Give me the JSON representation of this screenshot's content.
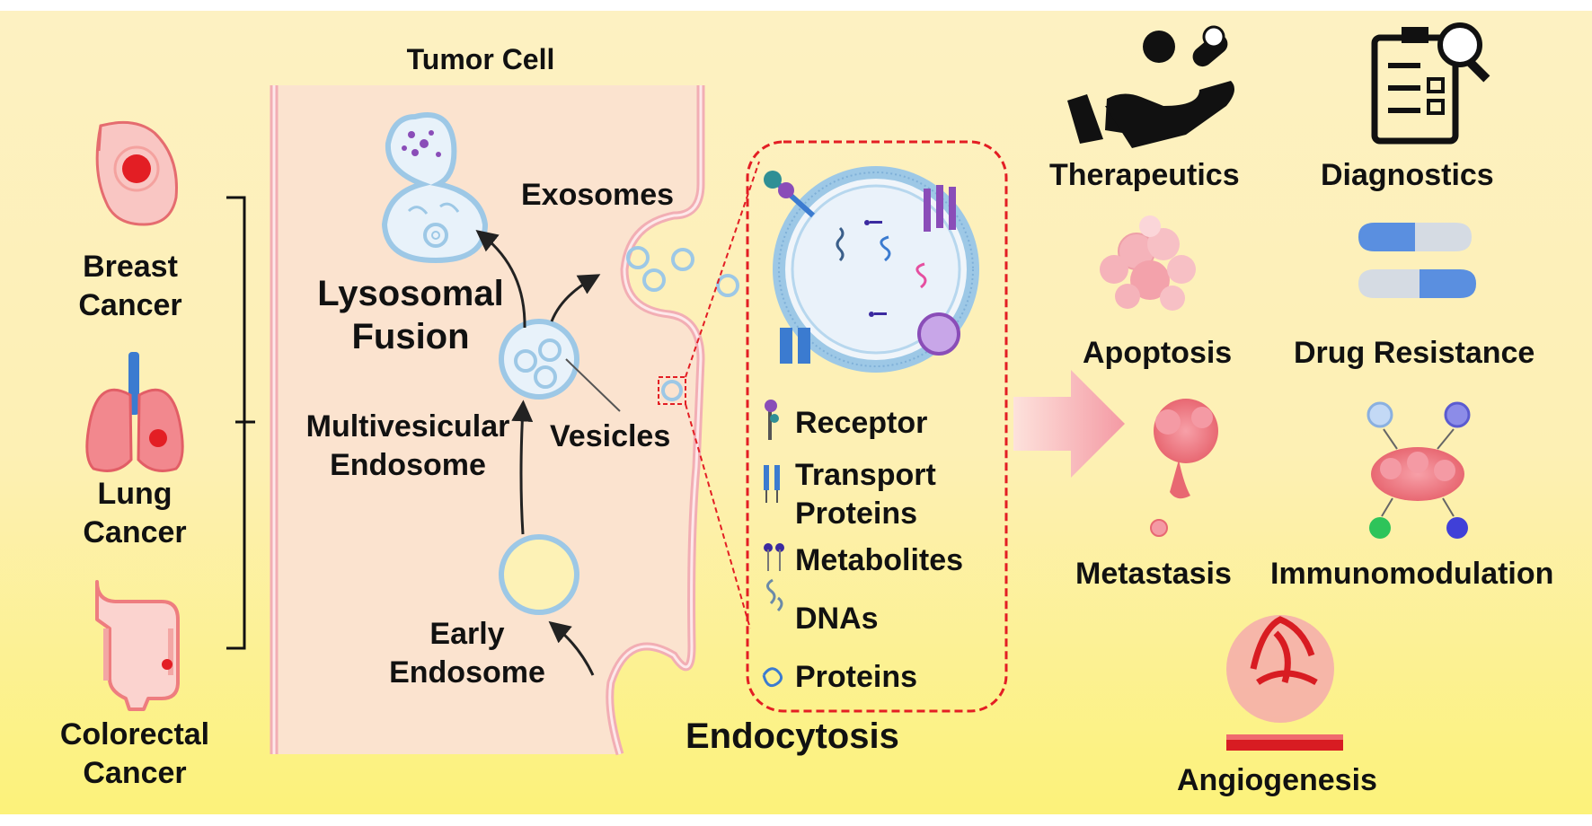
{
  "tumor_cell": "Tumor Cell",
  "cancers": {
    "breast": "Breast\nCancer",
    "lung": "Lung\nCancer",
    "colorectal": "Colorectal\nCancer"
  },
  "pathway": {
    "lysosomal": "Lysosomal\nFusion",
    "exosomes": "Exosomes",
    "mve": "Multivesicular\nEndosome",
    "vesicles": "Vesicles",
    "early": "Early\nEndosome",
    "endocytosis": "Endocytosis"
  },
  "cargo": [
    "Receptor",
    "Transport\nProteins",
    "Metabolites",
    "DNAs",
    "Proteins"
  ],
  "applications": {
    "therapeutics": "Therapeutics",
    "diagnostics": "Diagnostics",
    "apoptosis": "Apoptosis",
    "drug_resistance": "Drug Resistance",
    "metastasis": "Metastasis",
    "immunomodulation": "Immunomodulation",
    "angiogenesis": "Angiogenesis"
  },
  "colors": {
    "membrane": "#f2aeb4",
    "cell_fill": "#fbe3cf",
    "vesicle": "#9dc8e6",
    "highlight_red": "#e31e24",
    "arrow_pink": "#f8a9b0"
  }
}
